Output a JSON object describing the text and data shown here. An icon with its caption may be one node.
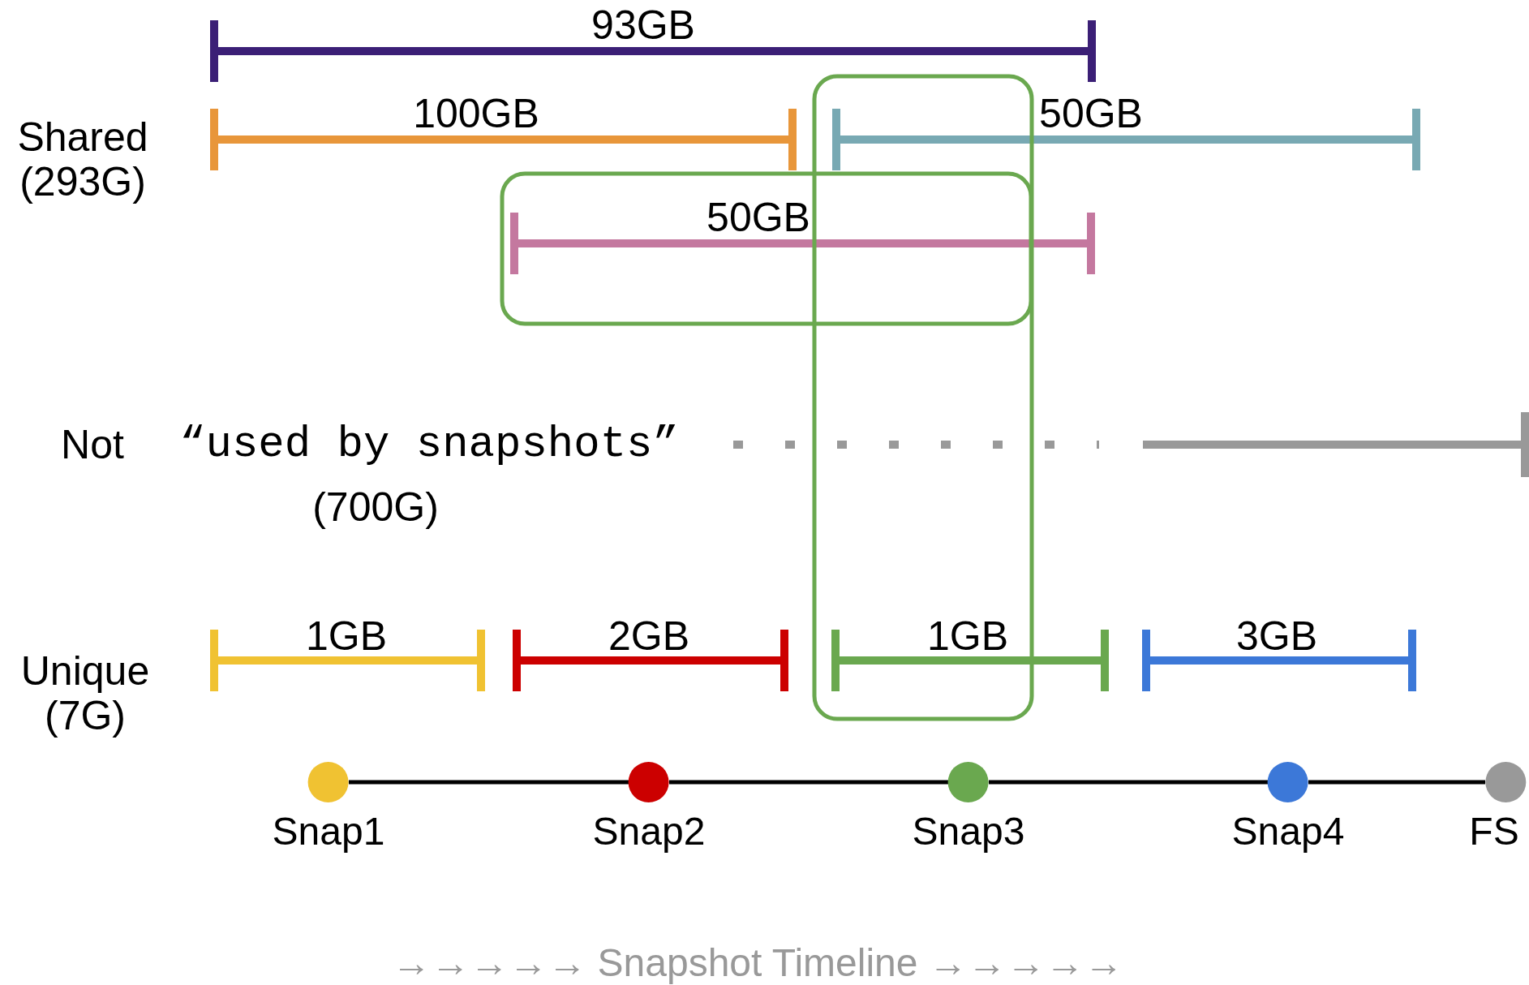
{
  "diagram": {
    "nodes": [
      {
        "text": [
          "Snap1"
        ]
      },
      {
        "text": [
          "Snap2"
        ]
      },
      {
        "text": [
          "Snap3"
        ]
      },
      {
        "text": [
          "Snap4"
        ]
      },
      {
        "text": [
          "FS"
        ]
      }
    ],
    "edges": [
      {
        "from": 0,
        "to": 1,
        "arrow": "none"
      },
      {
        "from": 1,
        "to": 2,
        "arrow": "none"
      },
      {
        "from": 2,
        "to": 3,
        "arrow": "none"
      },
      {
        "from": 3,
        "to": 4,
        "arrow": "none"
      }
    ],
    "labels": [
      "93GB",
      "Shared (293G)",
      "100GB",
      "50GB",
      "50GB",
      "Not",
      "“used by snapshots”",
      "(700G)",
      "1GB",
      "2GB",
      "1GB",
      "3GB",
      "Unique (7G)",
      "→→→→→ Snapshot Timeline →→→→→"
    ]
  }
}
